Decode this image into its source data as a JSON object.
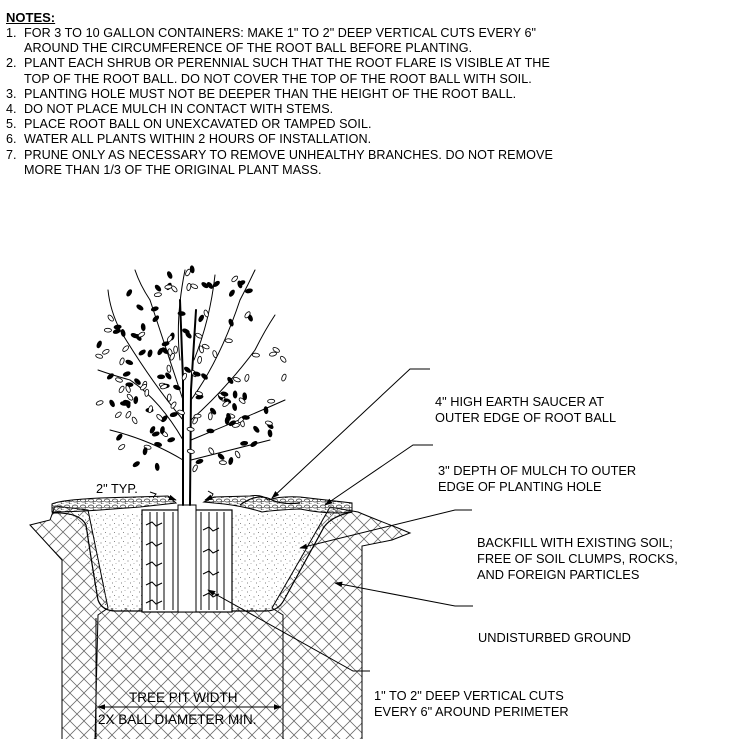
{
  "notes": {
    "title": "NOTES:",
    "items": [
      {
        "num": "1.",
        "lines": [
          "FOR 3 TO 10 GALLON CONTAINERS: MAKE 1\" TO 2\" DEEP VERTICAL CUTS EVERY 6\"",
          "AROUND THE CIRCUMFERENCE OF THE ROOT BALL BEFORE PLANTING."
        ]
      },
      {
        "num": "2.",
        "lines": [
          "PLANT EACH SHRUB OR PERENNIAL SUCH THAT THE ROOT FLARE IS VISIBLE AT THE",
          "TOP OF THE ROOT BALL. DO NOT COVER THE TOP OF THE ROOT BALL WITH SOIL."
        ]
      },
      {
        "num": "3.",
        "lines": [
          "PLANTING HOLE MUST NOT BE DEEPER THAN THE HEIGHT OF THE ROOT BALL."
        ]
      },
      {
        "num": "4.",
        "lines": [
          "DO NOT PLACE MULCH IN CONTACT WITH STEMS."
        ]
      },
      {
        "num": "5.",
        "lines": [
          "PLACE ROOT BALL ON UNEXCAVATED OR TAMPED SOIL."
        ]
      },
      {
        "num": "6.",
        "lines": [
          "WATER ALL PLANTS WITHIN 2 HOURS OF INSTALLATION."
        ]
      },
      {
        "num": "7.",
        "lines": [
          "PRUNE ONLY AS NECESSARY TO REMOVE UNHEALTHY BRANCHES. DO NOT REMOVE",
          "MORE THAN 1/3 OF THE ORIGINAL PLANT MASS."
        ]
      }
    ]
  },
  "callouts": {
    "saucer": [
      "4\" HIGH EARTH SAUCER AT",
      "OUTER EDGE OF ROOT BALL"
    ],
    "mulch": [
      "3\" DEPTH OF MULCH TO OUTER",
      "EDGE OF PLANTING HOLE"
    ],
    "backfill": [
      "BACKFILL WITH EXISTING SOIL;",
      "FREE OF SOIL CLUMPS, ROCKS,",
      "AND FOREIGN PARTICLES"
    ],
    "ground": [
      "UNDISTURBED GROUND"
    ],
    "cuts": [
      "1\" TO 2\" DEEP VERTICAL CUTS",
      "EVERY 6\" AROUND PERIMETER"
    ],
    "typ": "2\" TYP.",
    "pit_width": "TREE PIT WIDTH",
    "ball_diameter": "2X BALL DIAMETER MIN."
  },
  "colors": {
    "line": "#000000",
    "background": "#ffffff",
    "hatch": "#6a6a6a",
    "stipple": "#555555"
  }
}
